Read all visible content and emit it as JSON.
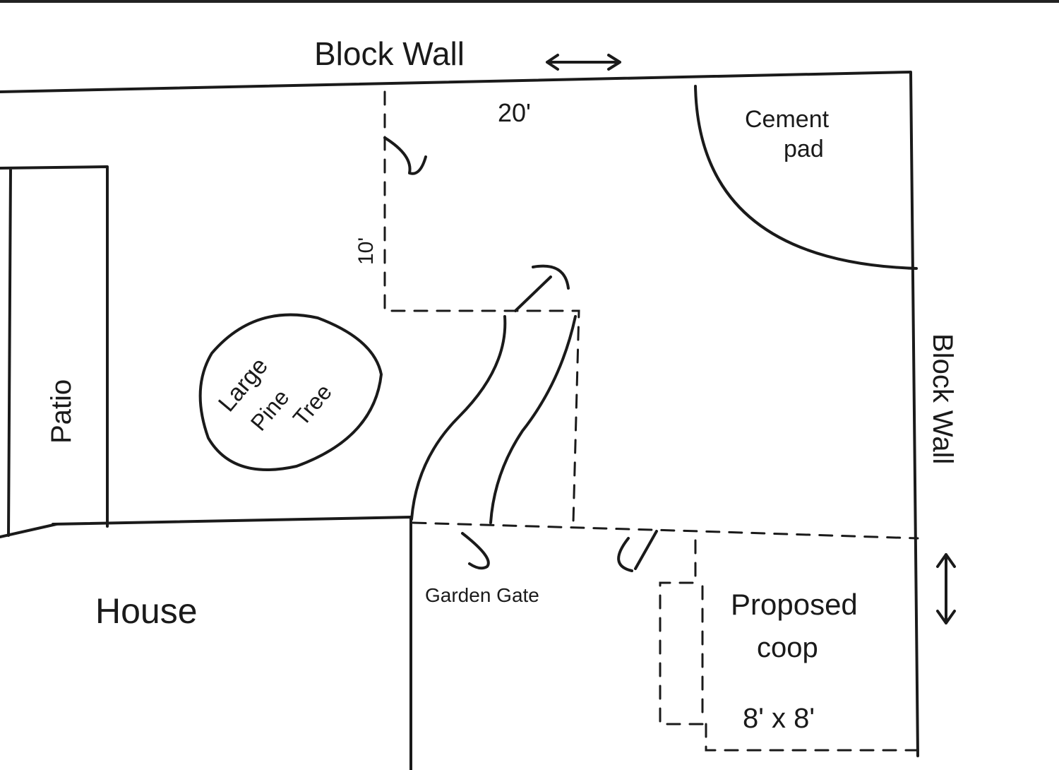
{
  "diagram": {
    "labels": {
      "top_wall": "Block Wall",
      "right_wall": "Block Wall",
      "dim_width": "20'",
      "dim_height": "10'",
      "cement_pad": [
        "Cement",
        "pad"
      ],
      "patio": "Patio",
      "tree": [
        "Large",
        "Pine",
        "Tree"
      ],
      "house": "House",
      "garden_gate": "Garden Gate",
      "coop": [
        "Proposed",
        "coop"
      ],
      "coop_size": "8' x 8'"
    },
    "colors": {
      "ink": "#1a1a1a",
      "paper": "#ffffff"
    }
  }
}
